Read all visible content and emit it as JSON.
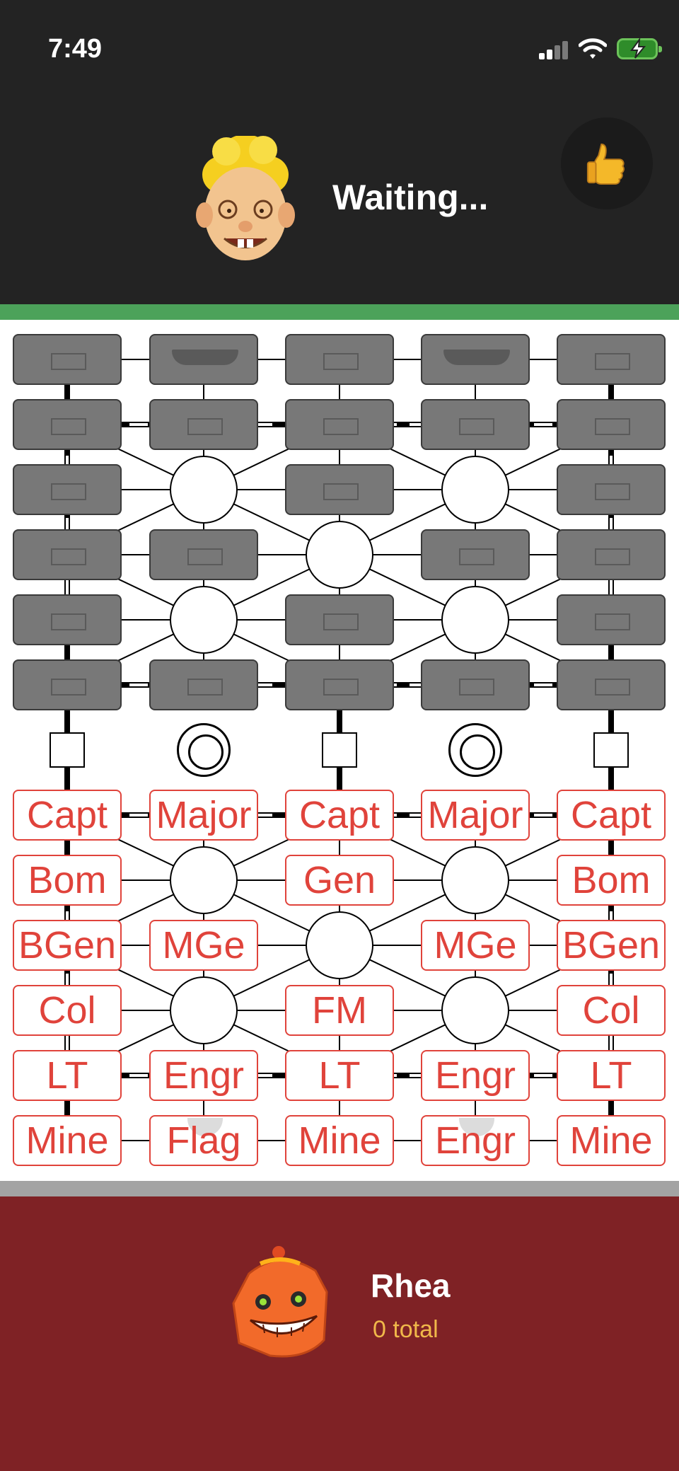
{
  "status_bar": {
    "time": "7:49"
  },
  "opponent": {
    "avatar_icon": "blonde-curly-cartoon-face-avatar",
    "status": "Waiting..."
  },
  "reaction_button": {
    "icon": "thumbs-up-icon"
  },
  "colors": {
    "top_bar": "#232323",
    "top_strip": "#4ca25a",
    "bottom_strip": "#a3a3a3",
    "bottom_bar": "#7f2225",
    "enemy_piece": "#787878",
    "player_piece_text": "#e0433b",
    "score_text": "#f0b84a"
  },
  "board": {
    "rows": [
      [
        "hidden",
        "hidden-hq",
        "hidden",
        "hidden-hq",
        "hidden"
      ],
      [
        "hidden",
        "hidden",
        "hidden",
        "hidden",
        "hidden"
      ],
      [
        "hidden",
        "camp",
        "hidden",
        "camp",
        "hidden"
      ],
      [
        "hidden",
        "hidden",
        "camp",
        "hidden",
        "hidden"
      ],
      [
        "hidden",
        "camp",
        "hidden",
        "camp",
        "hidden"
      ],
      [
        "hidden",
        "hidden",
        "hidden",
        "hidden",
        "hidden"
      ],
      [
        "Capt",
        "Major",
        "Capt",
        "Major",
        "Capt"
      ],
      [
        "Bom",
        "camp",
        "Gen",
        "camp",
        "Bom"
      ],
      [
        "BGen",
        "MGe",
        "camp",
        "MGe",
        "BGen"
      ],
      [
        "Col",
        "camp",
        "FM",
        "camp",
        "Col"
      ],
      [
        "LT",
        "Engr",
        "LT",
        "Engr",
        "LT"
      ],
      [
        "Mine",
        "Flag",
        "Mine",
        "Engr",
        "Mine"
      ]
    ],
    "frontline": [
      "station",
      "mountain",
      "station",
      "mountain",
      "station"
    ]
  },
  "player": {
    "avatar_icon": "orange-grinning-cartoon-face-avatar",
    "name": "Rhea",
    "score": "0 total"
  }
}
